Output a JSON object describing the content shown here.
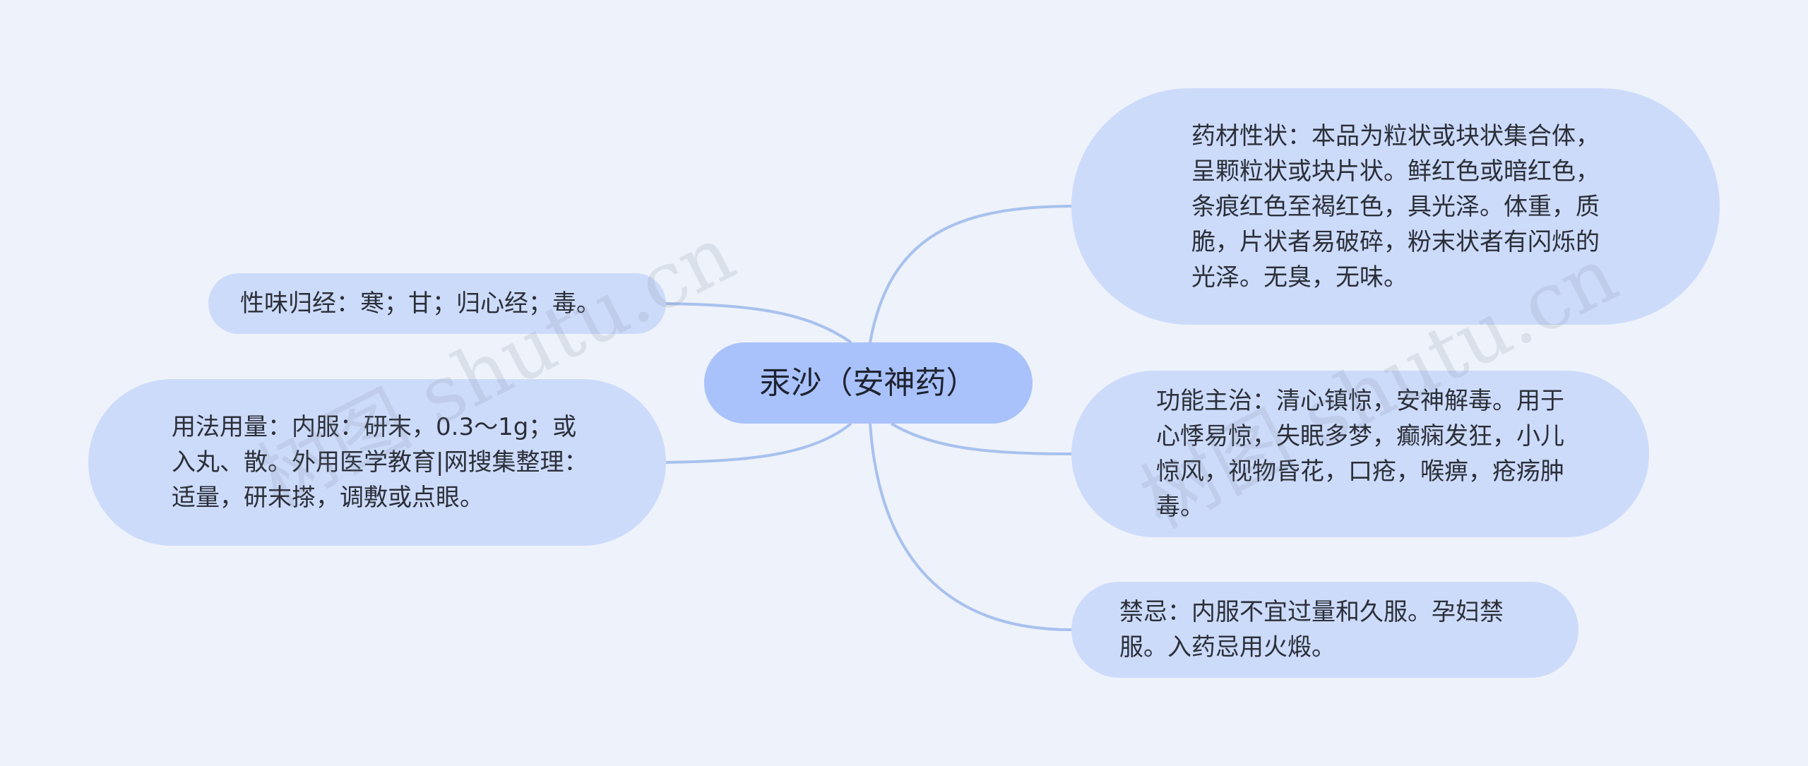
{
  "colors": {
    "background": "#eef2fa",
    "root_fill": "#a9c2fb",
    "node_fill": "#cddbfb",
    "connector": "#a8c1ee",
    "text": "#2b2f38"
  },
  "root": {
    "label": "汞沙（安神药）"
  },
  "nodes": {
    "taste": {
      "text": "性味归经：寒；甘；归心经；毒。"
    },
    "usage": {
      "text": "用法用量：内服：研末，0.3～1g；或入丸、散。外用医学教育|网搜集整理：适量，研末搽，调敷或点眼。"
    },
    "properties": {
      "text": "药材性状：本品为粒状或块状集合体，呈颗粒状或块片状。鲜红色或暗红色，条痕红色至褐红色，具光泽。体重，质脆，片状者易破碎，粉末状者有闪烁的光泽。无臭，无味。"
    },
    "functions": {
      "text": "功能主治：清心镇惊，安神解毒。用于心悸易惊，失眠多梦，癫痫发狂，小儿惊风，视物昏花，口疮，喉痹，疮疡肿毒。"
    },
    "contraindications": {
      "text": "禁忌：内服不宜过量和久服。孕妇禁服。入药忌用火煅。"
    }
  },
  "watermark": "树图 shutu.cn"
}
